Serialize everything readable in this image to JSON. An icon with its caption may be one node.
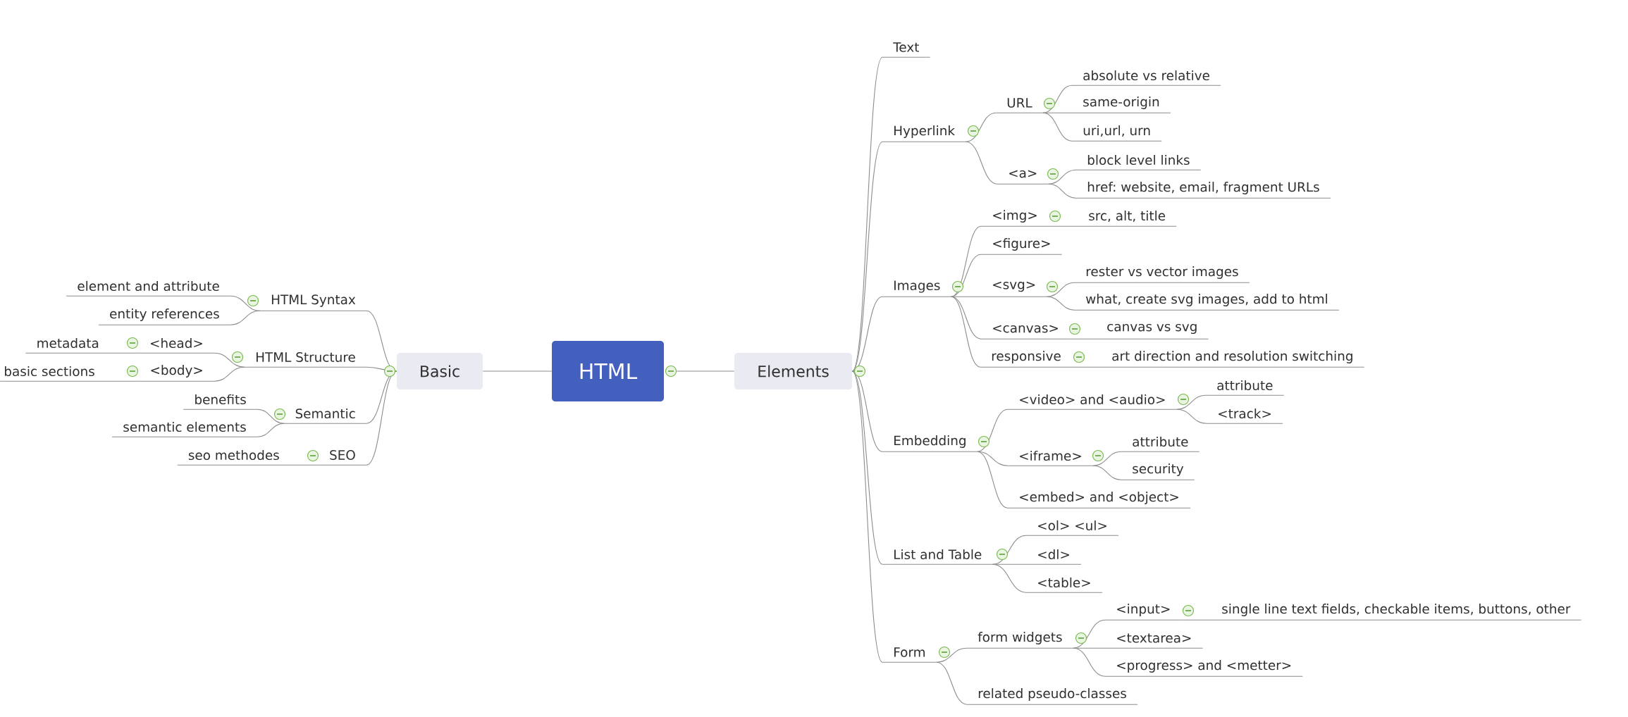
{
  "diagram": {
    "nodes": [
      {
        "text": [
          "HTML"
        ]
      },
      {
        "text": [
          "Basic"
        ]
      },
      {
        "text": [
          "HTML Syntax"
        ]
      },
      {
        "text": [
          "element and attribute"
        ]
      },
      {
        "text": [
          "entity references"
        ]
      },
      {
        "text": [
          "HTML Structure"
        ]
      },
      {
        "text": [
          "<head>"
        ]
      },
      {
        "text": [
          "metadata"
        ]
      },
      {
        "text": [
          "<body>"
        ]
      },
      {
        "text": [
          "basic sections"
        ]
      },
      {
        "text": [
          "Semantic"
        ]
      },
      {
        "text": [
          "benefits"
        ]
      },
      {
        "text": [
          "semantic elements"
        ]
      },
      {
        "text": [
          "SEO"
        ]
      },
      {
        "text": [
          "seo methodes"
        ]
      },
      {
        "text": [
          "Elements"
        ]
      },
      {
        "text": [
          "Text"
        ]
      },
      {
        "text": [
          "Hyperlink"
        ]
      },
      {
        "text": [
          "URL"
        ]
      },
      {
        "text": [
          "absolute vs relative"
        ]
      },
      {
        "text": [
          "same-origin"
        ]
      },
      {
        "text": [
          "uri,url, urn"
        ]
      },
      {
        "text": [
          "<a>"
        ]
      },
      {
        "text": [
          "block level links"
        ]
      },
      {
        "text": [
          "href: website, email, fragment URLs"
        ]
      },
      {
        "text": [
          "Images"
        ]
      },
      {
        "text": [
          "<img>"
        ]
      },
      {
        "text": [
          "src, alt, title"
        ]
      },
      {
        "text": [
          "<figure>"
        ]
      },
      {
        "text": [
          "<svg>"
        ]
      },
      {
        "text": [
          "rester vs vector images"
        ]
      },
      {
        "text": [
          "what, create svg images, add to html"
        ]
      },
      {
        "text": [
          "<canvas>"
        ]
      },
      {
        "text": [
          "canvas vs svg"
        ]
      },
      {
        "text": [
          "responsive"
        ]
      },
      {
        "text": [
          "art direction and resolution switching"
        ]
      },
      {
        "text": [
          "Embedding"
        ]
      },
      {
        "text": [
          "<video> and <audio>"
        ]
      },
      {
        "text": [
          "attribute"
        ]
      },
      {
        "text": [
          "<track>"
        ]
      },
      {
        "text": [
          "<iframe>"
        ]
      },
      {
        "text": [
          "attribute"
        ]
      },
      {
        "text": [
          "security"
        ]
      },
      {
        "text": [
          "<embed> and <object>"
        ]
      },
      {
        "text": [
          "List and Table"
        ]
      },
      {
        "text": [
          "<ol> <ul>"
        ]
      },
      {
        "text": [
          "<dl>"
        ]
      },
      {
        "text": [
          "<table>"
        ]
      },
      {
        "text": [
          "Form"
        ]
      },
      {
        "text": [
          "form widgets"
        ]
      },
      {
        "text": [
          "<input>"
        ]
      },
      {
        "text": [
          "single line text fields, checkable items, buttons, other"
        ]
      },
      {
        "text": [
          "<textarea>"
        ]
      },
      {
        "text": [
          "<progress> and <metter>"
        ]
      },
      {
        "text": [
          "related pseudo-classes"
        ]
      }
    ],
    "edges": [
      {
        "from": 0,
        "to": 1,
        "arrow": "none"
      },
      {
        "from": 1,
        "to": 2,
        "arrow": "none"
      },
      {
        "from": 2,
        "to": 3,
        "arrow": "none"
      },
      {
        "from": 2,
        "to": 4,
        "arrow": "none"
      },
      {
        "from": 1,
        "to": 5,
        "arrow": "none"
      },
      {
        "from": 5,
        "to": 6,
        "arrow": "none"
      },
      {
        "from": 6,
        "to": 7,
        "arrow": "none"
      },
      {
        "from": 5,
        "to": 8,
        "arrow": "none"
      },
      {
        "from": 8,
        "to": 9,
        "arrow": "none"
      },
      {
        "from": 1,
        "to": 10,
        "arrow": "none"
      },
      {
        "from": 10,
        "to": 11,
        "arrow": "none"
      },
      {
        "from": 10,
        "to": 12,
        "arrow": "none"
      },
      {
        "from": 1,
        "to": 13,
        "arrow": "none"
      },
      {
        "from": 13,
        "to": 14,
        "arrow": "none"
      },
      {
        "from": 0,
        "to": 15,
        "arrow": "none"
      },
      {
        "from": 15,
        "to": 16,
        "arrow": "none"
      },
      {
        "from": 15,
        "to": 17,
        "arrow": "none"
      },
      {
        "from": 17,
        "to": 18,
        "arrow": "none"
      },
      {
        "from": 18,
        "to": 19,
        "arrow": "none"
      },
      {
        "from": 18,
        "to": 20,
        "arrow": "none"
      },
      {
        "from": 18,
        "to": 21,
        "arrow": "none"
      },
      {
        "from": 17,
        "to": 22,
        "arrow": "none"
      },
      {
        "from": 22,
        "to": 23,
        "arrow": "none"
      },
      {
        "from": 22,
        "to": 24,
        "arrow": "none"
      },
      {
        "from": 15,
        "to": 25,
        "arrow": "none"
      },
      {
        "from": 25,
        "to": 26,
        "arrow": "none"
      },
      {
        "from": 26,
        "to": 27,
        "arrow": "none"
      },
      {
        "from": 25,
        "to": 28,
        "arrow": "none"
      },
      {
        "from": 25,
        "to": 29,
        "arrow": "none"
      },
      {
        "from": 29,
        "to": 30,
        "arrow": "none"
      },
      {
        "from": 29,
        "to": 31,
        "arrow": "none"
      },
      {
        "from": 25,
        "to": 32,
        "arrow": "none"
      },
      {
        "from": 32,
        "to": 33,
        "arrow": "none"
      },
      {
        "from": 25,
        "to": 34,
        "arrow": "none"
      },
      {
        "from": 34,
        "to": 35,
        "arrow": "none"
      },
      {
        "from": 15,
        "to": 36,
        "arrow": "none"
      },
      {
        "from": 36,
        "to": 37,
        "arrow": "none"
      },
      {
        "from": 37,
        "to": 38,
        "arrow": "none"
      },
      {
        "from": 37,
        "to": 39,
        "arrow": "none"
      },
      {
        "from": 36,
        "to": 40,
        "arrow": "none"
      },
      {
        "from": 40,
        "to": 41,
        "arrow": "none"
      },
      {
        "from": 40,
        "to": 42,
        "arrow": "none"
      },
      {
        "from": 36,
        "to": 43,
        "arrow": "none"
      },
      {
        "from": 15,
        "to": 44,
        "arrow": "none"
      },
      {
        "from": 44,
        "to": 45,
        "arrow": "none"
      },
      {
        "from": 44,
        "to": 46,
        "arrow": "none"
      },
      {
        "from": 44,
        "to": 47,
        "arrow": "none"
      },
      {
        "from": 15,
        "to": 48,
        "arrow": "none"
      },
      {
        "from": 48,
        "to": 49,
        "arrow": "none"
      },
      {
        "from": 49,
        "to": 50,
        "arrow": "none"
      },
      {
        "from": 50,
        "to": 51,
        "arrow": "none"
      },
      {
        "from": 49,
        "to": 52,
        "arrow": "none"
      },
      {
        "from": 49,
        "to": 53,
        "arrow": "none"
      },
      {
        "from": 48,
        "to": 54,
        "arrow": "none"
      }
    ]
  }
}
